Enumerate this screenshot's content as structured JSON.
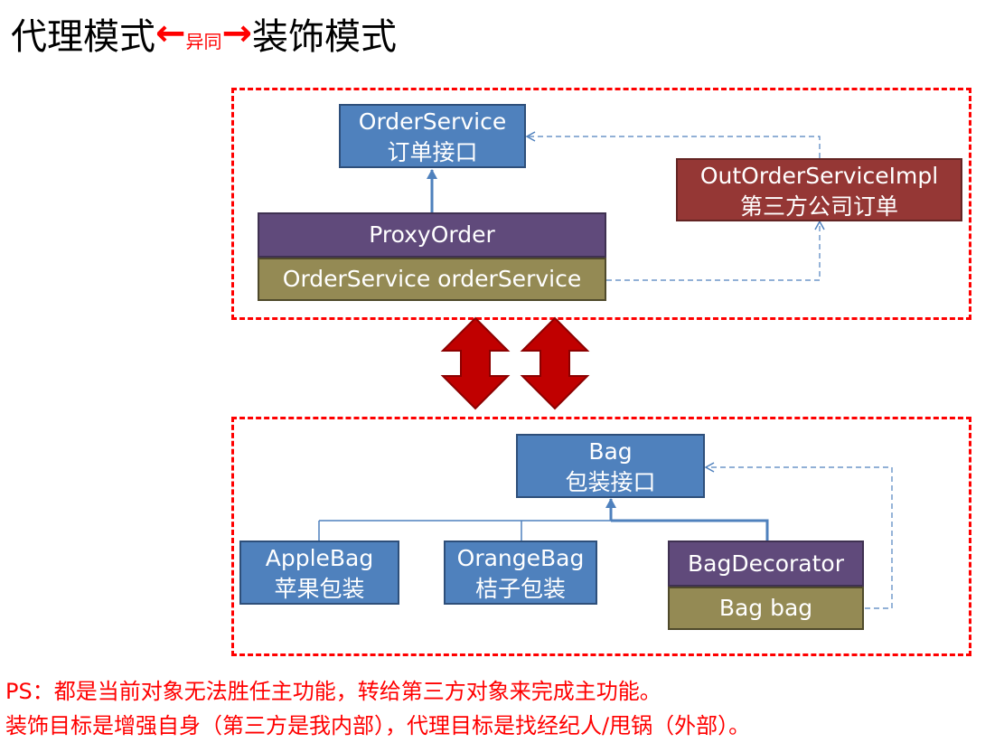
{
  "title": {
    "left": "代理模式",
    "left_arrow": "←",
    "middle": "异同",
    "right_arrow": "→",
    "right": "装饰模式"
  },
  "proxy": {
    "order_service": {
      "line1": "OrderService",
      "line2": "订单接口"
    },
    "out_impl": {
      "line1": "OutOrderServiceImpl",
      "line2": "第三方公司订单"
    },
    "proxy_order": {
      "name": "ProxyOrder",
      "field": "OrderService   orderService"
    }
  },
  "decorator": {
    "bag": {
      "line1": "Bag",
      "line2": "包装接口"
    },
    "apple": {
      "line1": "AppleBag",
      "line2": "苹果包装"
    },
    "orange": {
      "line1": "OrangeBag",
      "line2": "桔子包装"
    },
    "bag_decorator": {
      "name": "BagDecorator",
      "field": "Bag   bag"
    }
  },
  "notes": {
    "line1": "PS：都是当前对象无法胜任主功能，转给第三方对象来完成主功能。",
    "line2": "装饰目标是增强自身（第三方是我内部），代理目标是找经纪人/甩锅（外部）。"
  },
  "colors": {
    "frame": "#ff0000",
    "blue": "#4f81bd",
    "dark_red": "#953735",
    "purple": "#604a7b",
    "olive": "#948a54",
    "big_arrow": "#c00000"
  }
}
